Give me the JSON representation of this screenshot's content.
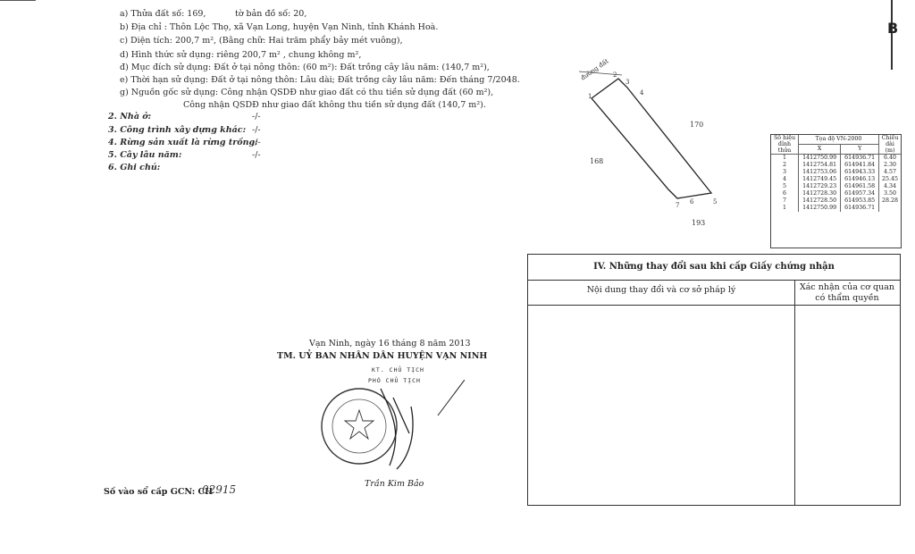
{
  "land_info": {
    "a_parcel": "a) Thửa đất số:  169,",
    "a_map_sheet": "tờ bản đồ số:  20,",
    "b_address": "b) Địa chỉ :   Thôn Lộc Thọ, xã Vạn Long, huyện Vạn Ninh, tỉnh Khánh Hoà.",
    "c_area": "c) Diện tích: 200,7 m², (Bằng chữ: Hai trăm phẩy bảy mét vuông),",
    "d_form": "d) Hình thức sử dụng: riêng   200,7 m² , chung không m²,",
    "d_purpose": "đ) Mục đích sử dụng: Đất ở tại nông thôn: (60 m²): Đất trồng cây lâu năm: (140,7 m²),",
    "e_term": "e) Thời hạn sử dụng: Đất ở tại nông thôn: Lâu dài; Đất trồng cây lâu năm:  Đến tháng 7/2048.",
    "g_origin": "g) Nguồn gốc sử dụng: Công nhận QSDĐ như giao đất có thu tiền sử dụng đất (60 m²),",
    "g_origin2": "Công nhận QSDĐ như giao đất không thu tiền sử dụng đất (140,7 m²)."
  },
  "sections": [
    {
      "label": "2. Nhà ở:",
      "value": "-/-"
    },
    {
      "label": "3. Công trình xây dựng khác:",
      "value": "-/-"
    },
    {
      "label": "4. Rừng sản xuất là rừng trồng:",
      "value": "-/-"
    },
    {
      "label": "5. Cây lâu năm:",
      "value": "-/-"
    },
    {
      "label": "6. Ghi chú:",
      "value": ""
    }
  ],
  "map": {
    "road_label": "đường đất",
    "north_parcel": "170",
    "west_parcel": "168",
    "south_parcel": "193",
    "vertex_labels": [
      "1",
      "2",
      "3",
      "4",
      "5",
      "6",
      "7"
    ]
  },
  "coord_table": {
    "headers": {
      "vertex": "Số hiệu đỉnh thửa",
      "coords": "Tọa độ VN-2000",
      "x": "X",
      "y": "Y",
      "length": "Chiều dài (m)"
    },
    "rows": [
      {
        "id": "1",
        "x": "1412750.99",
        "y": "614936.71",
        "len": "6.40"
      },
      {
        "id": "2",
        "x": "1412754.81",
        "y": "614941.84",
        "len": "2.30"
      },
      {
        "id": "3",
        "x": "1412753.06",
        "y": "614943.33",
        "len": "4.57"
      },
      {
        "id": "4",
        "x": "1412749.45",
        "y": "614946.13",
        "len": "25.45"
      },
      {
        "id": "5",
        "x": "1412729.23",
        "y": "614961.58",
        "len": "4.34"
      },
      {
        "id": "6",
        "x": "1412728.30",
        "y": "614957.34",
        "len": "3.50"
      },
      {
        "id": "7",
        "x": "1412728.50",
        "y": "614953.85",
        "len": "28.28"
      },
      {
        "id": "1",
        "x": "1412750.99",
        "y": "614936.71",
        "len": ""
      }
    ]
  },
  "changes": {
    "title": "IV. Những thay đổi sau khi cấp Giấy chứng nhận",
    "col1": "Nội dung thay đổi và cơ sở pháp lý",
    "col2_line1": "Xác nhận của cơ quan",
    "col2_line2": "có thẩm quyền"
  },
  "signature": {
    "date_line": "Vạn Ninh, ngày 16 tháng 8 năm 2013",
    "org": "TM. UỶ BAN NHÂN DÂN HUYỆN VẠN NINH",
    "role1": "KT. CHỦ TỊCH",
    "role2": "PHÓ CHỦ TỊCH",
    "signer": "Trần Kim Bảo"
  },
  "registry": {
    "label": "Số vào sổ cấp GCN: CH",
    "number": "02915"
  },
  "margin": {
    "letter": "B"
  }
}
